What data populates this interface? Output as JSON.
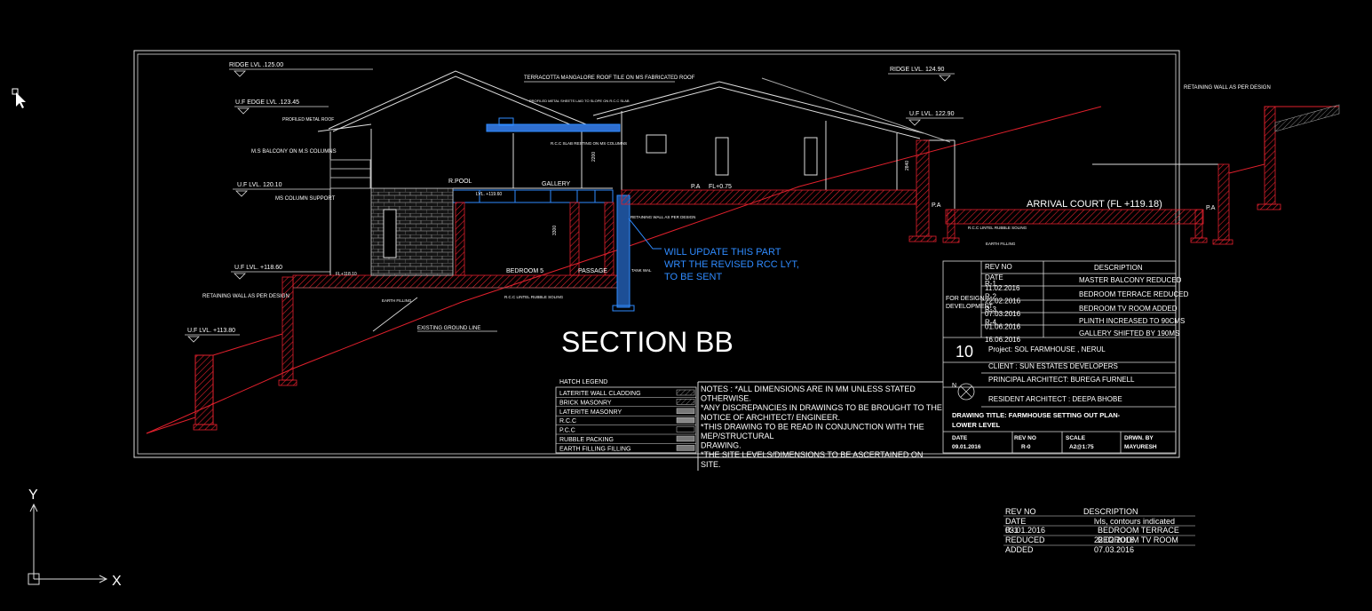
{
  "drawing": {
    "section_title": "SECTION BB",
    "labels": {
      "ridge_left": "RIDGE LVL .125.00",
      "ridge_right": "RIDGE LVL. 124.90",
      "uf_edge": "U.F EDGE LVL .123.45",
      "profiled_roof": "PROFILED METAL ROOF",
      "ms_balcony": "M.S BALCONY ON M.S COLUMNS",
      "uf_120": "U.F LVL. 120.10",
      "ms_column": "MS COLUMN SUPPORT",
      "uf_118": "U.F LVL. +118.60",
      "retaining_left": "RETAINING WALL AS PER DESIGN",
      "uf_113": "U.F LVL. +113.80",
      "terracotta": "TERRACOTTA MANGALORE ROOF TILE ON MS FABRICATED ROOF",
      "profiled_sheets": "PROFILED METAL SHEETS LAID TO SLOPE ON R.C.C SLAB",
      "rcc_slab": "R.C.C SLAB RESTING ON MS COLUMNS",
      "r_pool": "R.POOL",
      "gallery": "GALLERY",
      "lvl_pool": "LVL. +119.60",
      "retaining_mid": "RETAINING WALL AS PER DESIGN",
      "bedroom": "BEDROOM 5",
      "passage": "PASSAGE",
      "tank_wall": "TANK WAL",
      "rcc_lintel": "R.C.C LINTEL RUBBLE SOLING",
      "earth_filling": "EARTH FILLING",
      "existing_ground": "EXISTING GROUND LINE",
      "pa_left": "P.A",
      "pa_fl": "FL+0.75",
      "uf_122": "U.F LVL. 122.90",
      "pa_2": "P.A",
      "pa_3": "P.A",
      "arrival_court": "ARRIVAL COURT (FL +119.18)",
      "retaining_right": "RETAINING WALL AS PER DESIGN",
      "rcc_lintel_right": "R.C.C LINTEL RUBBLE SOLING",
      "earth_filling_right": "EARTH FILLING",
      "dim_2840": "2840",
      "dim_3300": "3300",
      "dim_2200": "2200",
      "fl_low": "FL+118.10"
    },
    "annotation_blue": [
      "WILL UPDATE THIS PART",
      "WRT THE REVISED RCC LYT,",
      "TO BE SENT"
    ]
  },
  "hatch_legend": {
    "title": "HATCH LEGEND",
    "items": [
      "LATERITE WALL CLADDING",
      "BRICK MASONRY",
      "LATERITE MASONRY",
      "R.C.C",
      "P.C.C",
      "RUBBLE PACKING",
      "EARTH FILLING FILLING"
    ]
  },
  "notes": [
    "NOTES : *ALL DIMENSIONS ARE IN MM UNLESS STATED",
    "OTHERWISE.",
    "*ANY DISCREPANCIES IN DRAWINGS TO BE BROUGHT TO THE",
    "NOTICE OF ARCHITECT/ ENGINEER.",
    "*THIS DRAWING TO BE READ IN CONJUNCTION WITH THE",
    "MEP/STRUCTURAL",
    "DRAWING.",
    "*THE SITE LEVELS/DIMENSIONS TO BE ASCERTAINED ON",
    "SITE."
  ],
  "title_block": {
    "for_design": "FOR DESIGN DEVELOPMENT",
    "rev_header": "REV NO",
    "date_header": "DATE",
    "desc_header": "DESCRIPTION",
    "revisions": [
      {
        "rev": "R-1",
        "date": "11.02.2016",
        "desc": "MASTER BALCONY REDUCED"
      },
      {
        "rev": "R-2",
        "date": "22.02.2016",
        "desc": "BEDROOM TERRACE REDUCED"
      },
      {
        "rev": "R-3",
        "date": "07.03.2016",
        "desc": "BEDROOM TV ROOM ADDED"
      },
      {
        "rev": "R-4",
        "date": "01.06.2016",
        "desc": "PLINTH INCREASED TO 90CMS"
      },
      {
        "rev": "",
        "date": "16.06.2016",
        "desc": "GALLERY SHIFTED BY 190MS"
      }
    ],
    "sheet_number": "10",
    "project": "Project: SOL FARMHOUSE , NERUL",
    "client": "CLIENT : SUN ESTATES DEVELOPERS",
    "principal": "PRINCIPAL ARCHITECT: BUREGA FURNELL",
    "resident": "RESIDENT ARCHITECT : DEEPA BHOBE",
    "north": "N",
    "drawing_title_1": "DRAWING TITLE: FARMHOUSE SETTING OUT PLAN-",
    "drawing_title_2": "LOWER LEVEL",
    "date_label": "DATE",
    "date_value": "09.01.2016",
    "revno_label": "REV NO",
    "revno_value": "R-0",
    "scale_label": "SCALE",
    "scale_value": "A2@1:75",
    "drawn_label": "DRWN. BY",
    "drawn_value": "MAYURESH"
  },
  "loose_table": {
    "rev_header": "REV NO",
    "date_header": "DATE",
    "desc_header": "DESCRIPTION",
    "rows": [
      {
        "rev": "R-1",
        "date": "03.01.2016",
        "desc": "lvls, contours indicated"
      },
      {
        "rev": "REDUCED",
        "date": "",
        "desc": "BEDROOM TERRACE"
      },
      {
        "rev": "ADDED",
        "date": "07.03.2016",
        "desc": "BEDROOM TV ROOM"
      }
    ],
    "date_overlap": "22.02.2016"
  },
  "ucs": {
    "y": "Y",
    "x": "X"
  },
  "colors": {
    "background": "#000000",
    "lines": "#ffffff",
    "red": "#e0202c",
    "blue": "#2f8bff"
  }
}
